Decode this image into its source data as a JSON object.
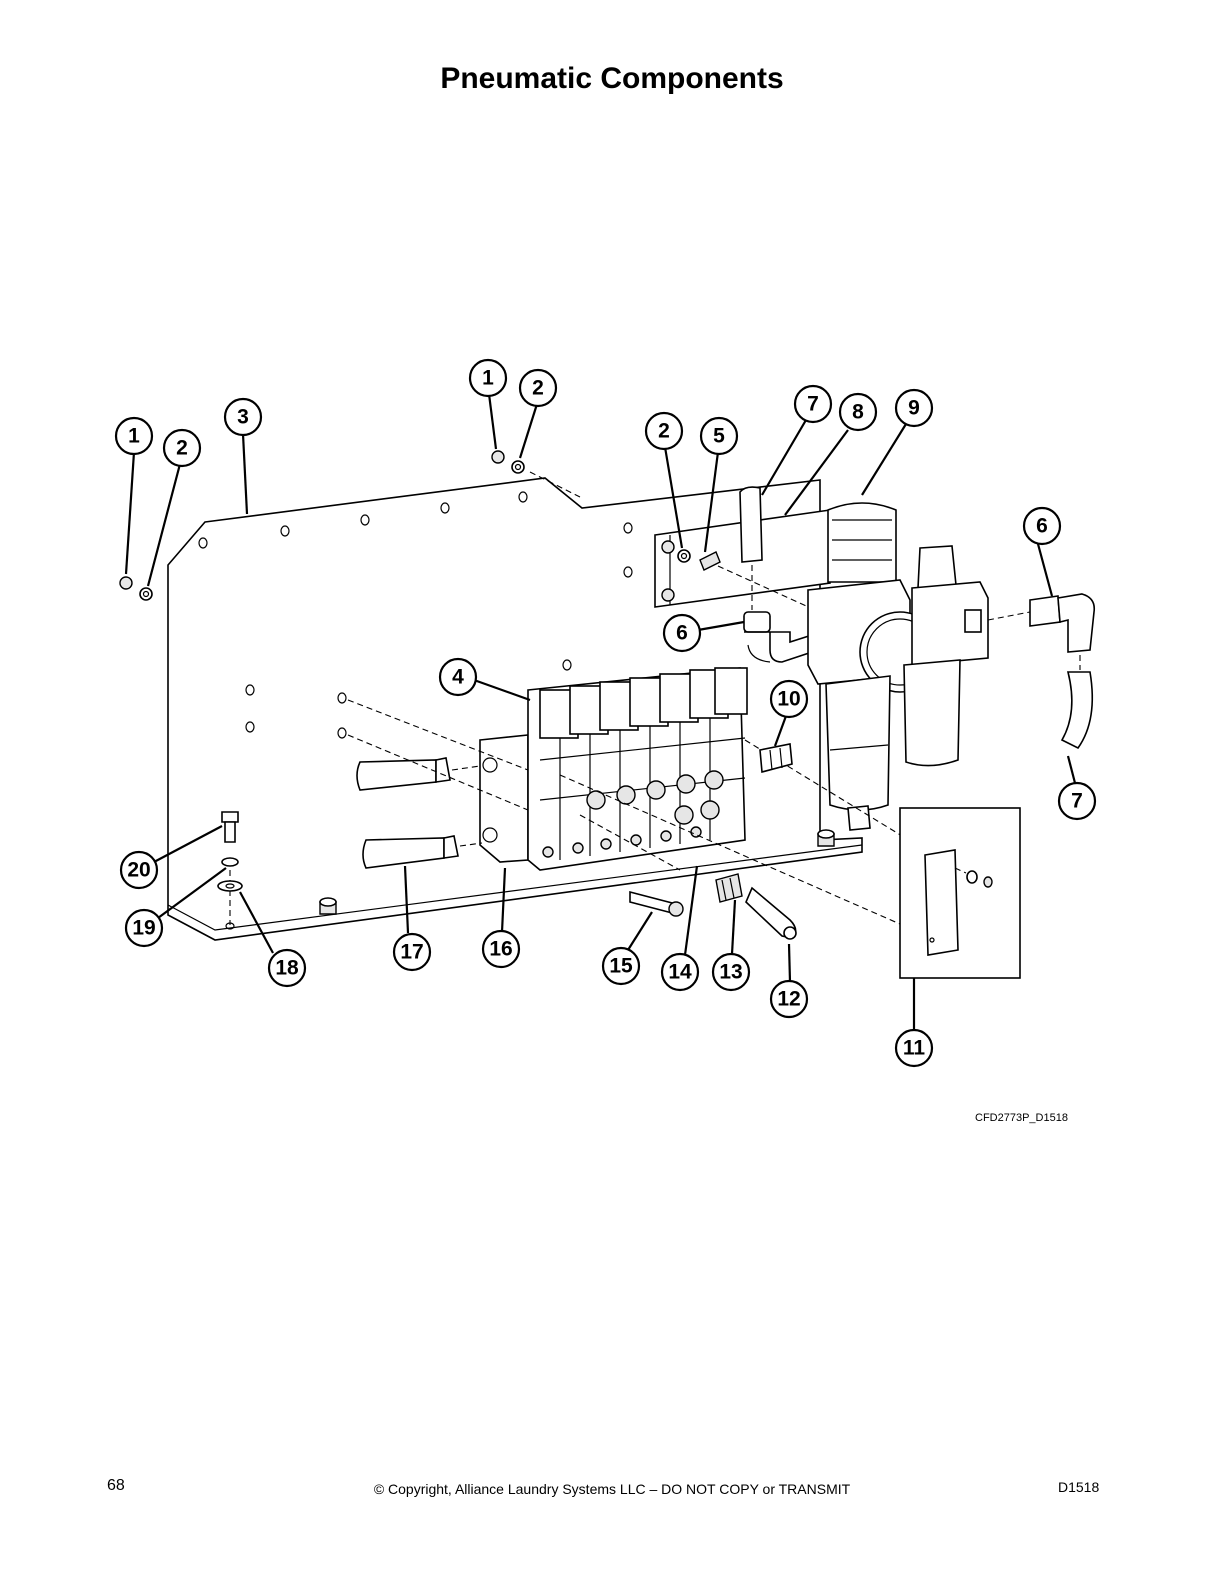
{
  "page": {
    "title": "Pneumatic Components",
    "figure_code": "CFD2773P_D1518",
    "footer": {
      "page_number": "68",
      "copyright": "© Copyright, Alliance Laundry Systems LLC – DO NOT COPY or TRANSMIT",
      "doc_id": "D1518"
    }
  },
  "callouts": [
    {
      "id": "c1a",
      "label": "1"
    },
    {
      "id": "c2a",
      "label": "2"
    },
    {
      "id": "c3",
      "label": "3"
    },
    {
      "id": "c1b",
      "label": "1"
    },
    {
      "id": "c2b",
      "label": "2"
    },
    {
      "id": "c2c",
      "label": "2"
    },
    {
      "id": "c5",
      "label": "5"
    },
    {
      "id": "c7a",
      "label": "7"
    },
    {
      "id": "c8",
      "label": "8"
    },
    {
      "id": "c9",
      "label": "9"
    },
    {
      "id": "c6a",
      "label": "6"
    },
    {
      "id": "c6b",
      "label": "6"
    },
    {
      "id": "c4",
      "label": "4"
    },
    {
      "id": "c10",
      "label": "10"
    },
    {
      "id": "c7b",
      "label": "7"
    },
    {
      "id": "c20",
      "label": "20"
    },
    {
      "id": "c19",
      "label": "19"
    },
    {
      "id": "c18",
      "label": "18"
    },
    {
      "id": "c17",
      "label": "17"
    },
    {
      "id": "c16",
      "label": "16"
    },
    {
      "id": "c15",
      "label": "15"
    },
    {
      "id": "c14",
      "label": "14"
    },
    {
      "id": "c13",
      "label": "13"
    },
    {
      "id": "c12",
      "label": "12"
    },
    {
      "id": "c11",
      "label": "11"
    }
  ]
}
